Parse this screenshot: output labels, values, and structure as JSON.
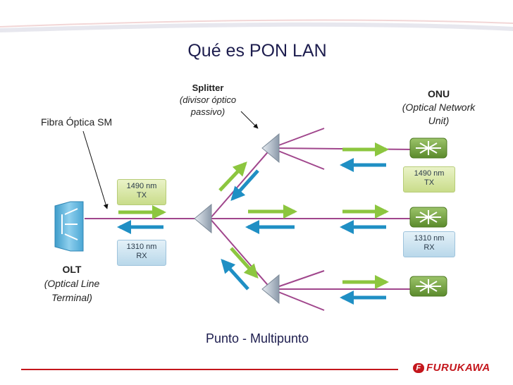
{
  "slide": {
    "title": "Qué es PON LAN",
    "subtitle": "Punto - Multipunto"
  },
  "labels": {
    "fibra": "Fibra Óptica SM",
    "splitter_title": "Splitter",
    "splitter_line1": "(divisor óptico",
    "splitter_line2": "passivo)",
    "onu_title": "ONU",
    "onu_line1": "(Optical Network",
    "onu_line2": "Unit)",
    "olt_title": "OLT",
    "olt_line1": "(Optical Line",
    "olt_line2": "Terminal)"
  },
  "wavelength_boxes": {
    "olt_tx_line1": "1490 nm",
    "olt_tx_line2": "TX",
    "olt_rx_line1": "1310 nm",
    "olt_rx_line2": "RX",
    "onu_tx_line1": "1490 nm",
    "onu_tx_line2": "TX",
    "onu_rx_line1": "1310 nm",
    "onu_rx_line2": "RX"
  },
  "logo": {
    "mark": "F",
    "text": "FURUKAWA"
  },
  "colors": {
    "fiber": "#a0468c",
    "downstream_arrow": "#8cc63f",
    "upstream_arrow": "#1f8fc4",
    "olt": "#5ab4dc",
    "onu": "#6f9a3c",
    "splitter": "#9aa8b6",
    "brand": "#c4161c"
  }
}
